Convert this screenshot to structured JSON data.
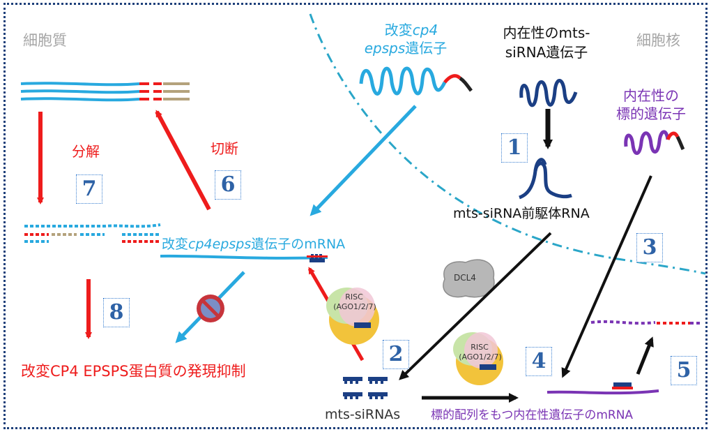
{
  "regions": {
    "cytoplasm": "細胞質",
    "nucleus": "細胞核"
  },
  "genes": {
    "modified_gene_line1": "改変",
    "modified_gene_line1_italic": "cp4",
    "modified_gene_line2_italic": "epsps",
    "modified_gene_line2": "遺伝子",
    "endogenous_sirna_line1": "内在性のmts-",
    "endogenous_sirna_line2": "siRNA遺伝子",
    "target_gene_line1": "内在性の",
    "target_gene_line2": "標的遺伝子"
  },
  "molecules": {
    "precursor": "mts-siRNA前駆体RNA",
    "modified_mrna_prefix": "改変",
    "modified_mrna_italic": "cp4epsps",
    "modified_mrna_suffix": "遺伝子のmRNA",
    "sirnas": "mts-siRNAs",
    "target_mrna": "標的配列をもつ内在性遺伝子のmRNA",
    "dcl4": "DCL4",
    "risc_line1": "RISC",
    "risc_line2": "(AGO1/2/7)"
  },
  "actions": {
    "degradation": "分解",
    "cleavage": "切断",
    "suppression": "改変CP4 EPSPS蛋白質の発現抑制"
  },
  "steps": [
    "1",
    "2",
    "3",
    "4",
    "5",
    "6",
    "7",
    "8"
  ],
  "colors": {
    "cyan": "#28a9df",
    "navy": "#1b3f84",
    "red": "#ee1c1c",
    "purple": "#7a34b4",
    "step_blue": "#2e62a6"
  }
}
